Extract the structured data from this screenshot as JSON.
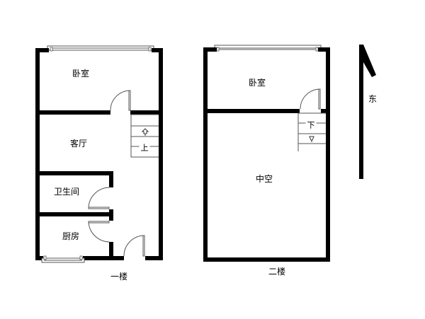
{
  "floors": [
    {
      "id": "floor-1",
      "caption": "一楼",
      "rooms": {
        "bedroom": "卧室",
        "living_room": "客厅",
        "bathroom": "卫生间",
        "kitchen": "厨房"
      },
      "stairs": {
        "label": "上",
        "direction": "up"
      }
    },
    {
      "id": "floor-2",
      "caption": "二楼",
      "rooms": {
        "bedroom": "卧室",
        "void": "中空"
      },
      "stairs": {
        "label": "下",
        "direction": "down"
      }
    }
  ],
  "compass": {
    "label": "东",
    "icon": "north-arrow-icon"
  },
  "colors": {
    "wall": "#000000",
    "background": "#ffffff",
    "thin_line": "#555555"
  }
}
